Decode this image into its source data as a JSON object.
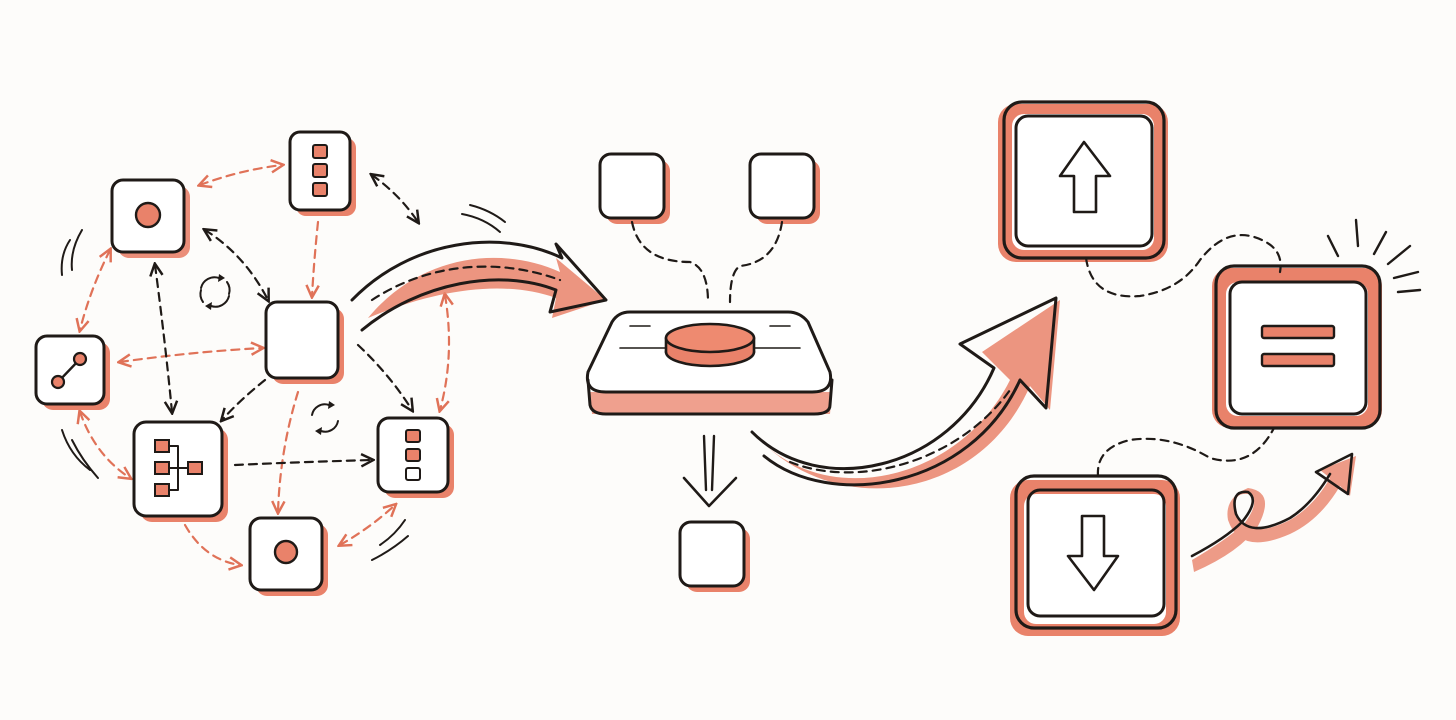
{
  "colors": {
    "ink": "#1f1a17",
    "accent": "#e9826a",
    "background": "#fdfcfa"
  },
  "network": {
    "nodes": [
      {
        "id": "node-circle-top",
        "icon": "circle-dot-icon"
      },
      {
        "id": "node-list-top",
        "icon": "stack-list-icon"
      },
      {
        "id": "node-share",
        "icon": "share-link-icon"
      },
      {
        "id": "node-center",
        "icon": "blank"
      },
      {
        "id": "node-flowchart",
        "icon": "flowchart-icon"
      },
      {
        "id": "node-list-right",
        "icon": "stack-list-icon"
      },
      {
        "id": "node-circle-bottom",
        "icon": "circle-dot-icon"
      }
    ],
    "cycle_icons": [
      "sync-cycle-icon",
      "sync-cycle-icon"
    ]
  },
  "hub": {
    "inputs": [
      "input-square",
      "input-square"
    ],
    "output": "output-square",
    "button_icon": "push-button-icon"
  },
  "outcomes": [
    {
      "id": "outcome-up",
      "icon": "arrow-up-icon"
    },
    {
      "id": "outcome-equal",
      "icon": "equals-icon"
    },
    {
      "id": "outcome-down",
      "icon": "arrow-down-icon"
    }
  ]
}
